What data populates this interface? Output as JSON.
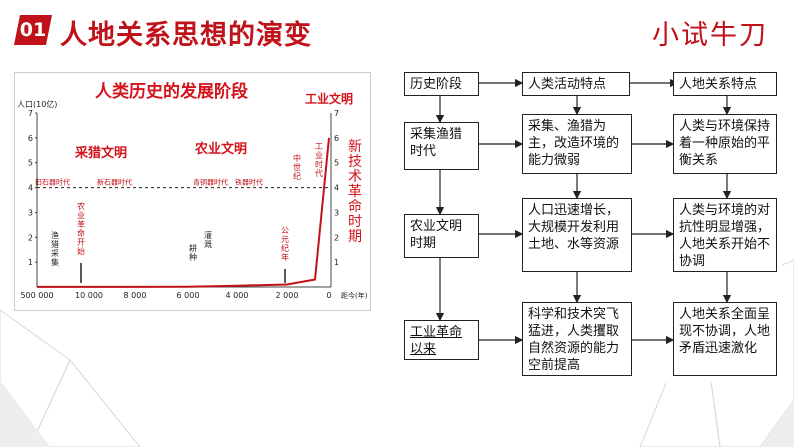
{
  "header": {
    "badge": "01",
    "title": "人地关系思想的演变",
    "topic": "小试牛刀"
  },
  "chart_data": {
    "type": "area",
    "title": "人类历史的发展阶段",
    "ylabel": "人口(10亿)",
    "xlabel": "距今(年)",
    "x_ticks": [
      "500 000",
      "10 000",
      "8 000",
      "6 000",
      "4 000",
      "2 000",
      "0"
    ],
    "y_ticks": [
      "1",
      "2",
      "3",
      "4",
      "5",
      "6",
      "7"
    ],
    "ylim": [
      0,
      7
    ],
    "stages_top": [
      "采猎文明",
      "农业文明",
      "工业文明"
    ],
    "industrial_label": "工业文明",
    "new_tech": "新技术革命时期",
    "eras": [
      "旧石器时代",
      "新石器时代",
      "青铜器时代",
      "铁器时代",
      "中世纪",
      "工业时代"
    ],
    "events": [
      "渔猎采集",
      "农业革命开始",
      "耕种",
      "灌溉",
      "公元纪年"
    ],
    "series": [
      {
        "values": [
          0.005,
          0.005,
          0.01,
          0.05,
          0.1,
          0.3,
          6.0
        ]
      }
    ]
  },
  "flow": {
    "col1": [
      "历史阶段",
      "采集渔猎时代",
      "农业文明时期",
      "工业革命以来"
    ],
    "col2": [
      "人类活动特点",
      "采集、渔猎为主，改造环境的能力微弱",
      "人口迅速增长，大规模开发利用土地、水等资源",
      "科学和技术突飞猛进，人类攫取自然资源的能力空前提高"
    ],
    "col3": [
      "人地关系特点",
      "人类与环境保持着一种原始的平衡关系",
      "人类与环境的对抗性明显增强，人地关系开始不协调",
      "人地关系全面呈现不协调，人地矛盾迅速激化"
    ]
  }
}
